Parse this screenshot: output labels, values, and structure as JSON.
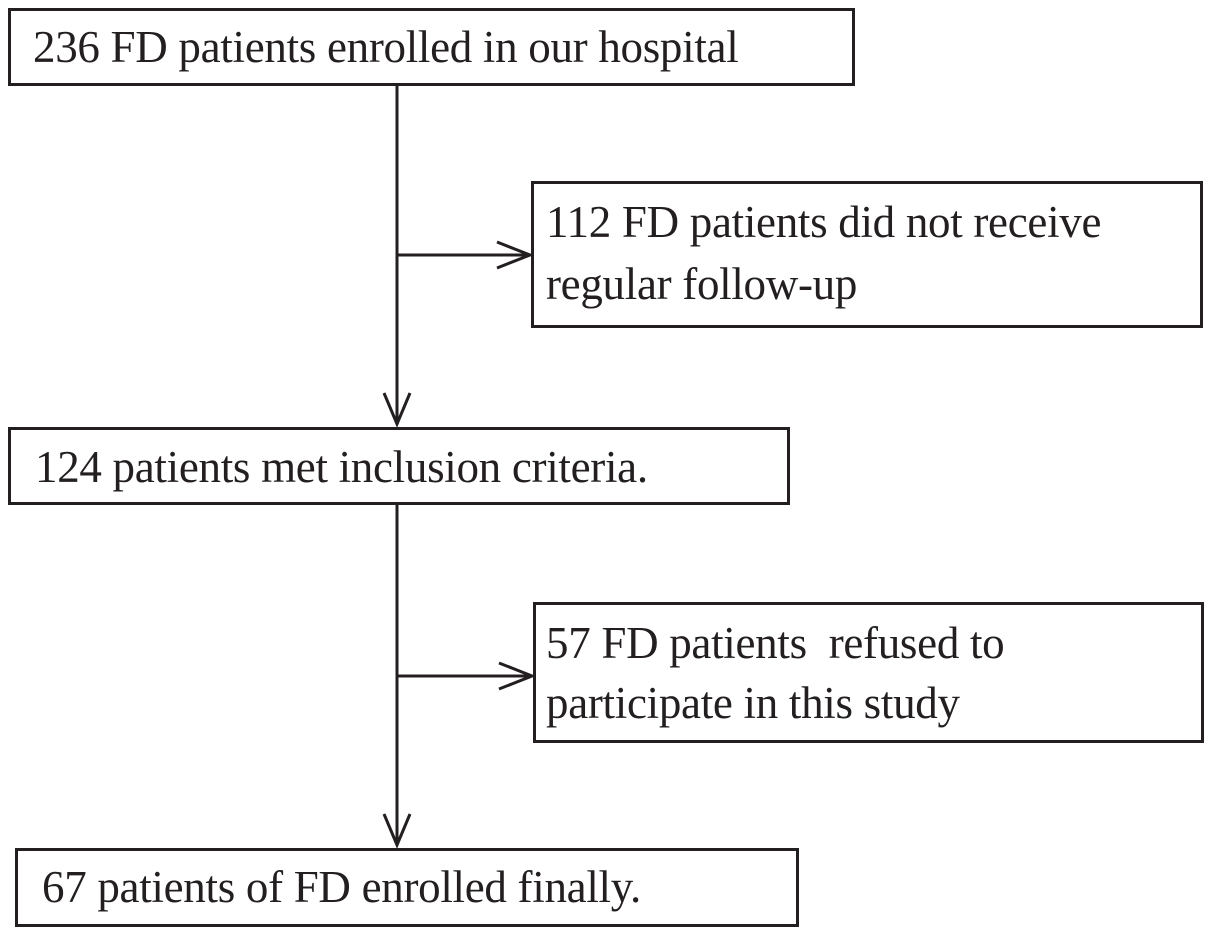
{
  "flowchart": {
    "boxes": {
      "enrolled_hospital": {
        "lines": [
          "236 FD patients enrolled in our hospital"
        ]
      },
      "no_followup": {
        "lines": [
          "112 FD patients did not receive",
          "regular follow-up"
        ]
      },
      "met_criteria": {
        "lines": [
          "124 patients met inclusion criteria."
        ]
      },
      "refused": {
        "lines": [
          "57 FD patients  refused to",
          "participate in this study"
        ]
      },
      "enrolled_final": {
        "lines": [
          "67 patients of FD enrolled finally."
        ]
      }
    },
    "line_color": "#231f20"
  }
}
